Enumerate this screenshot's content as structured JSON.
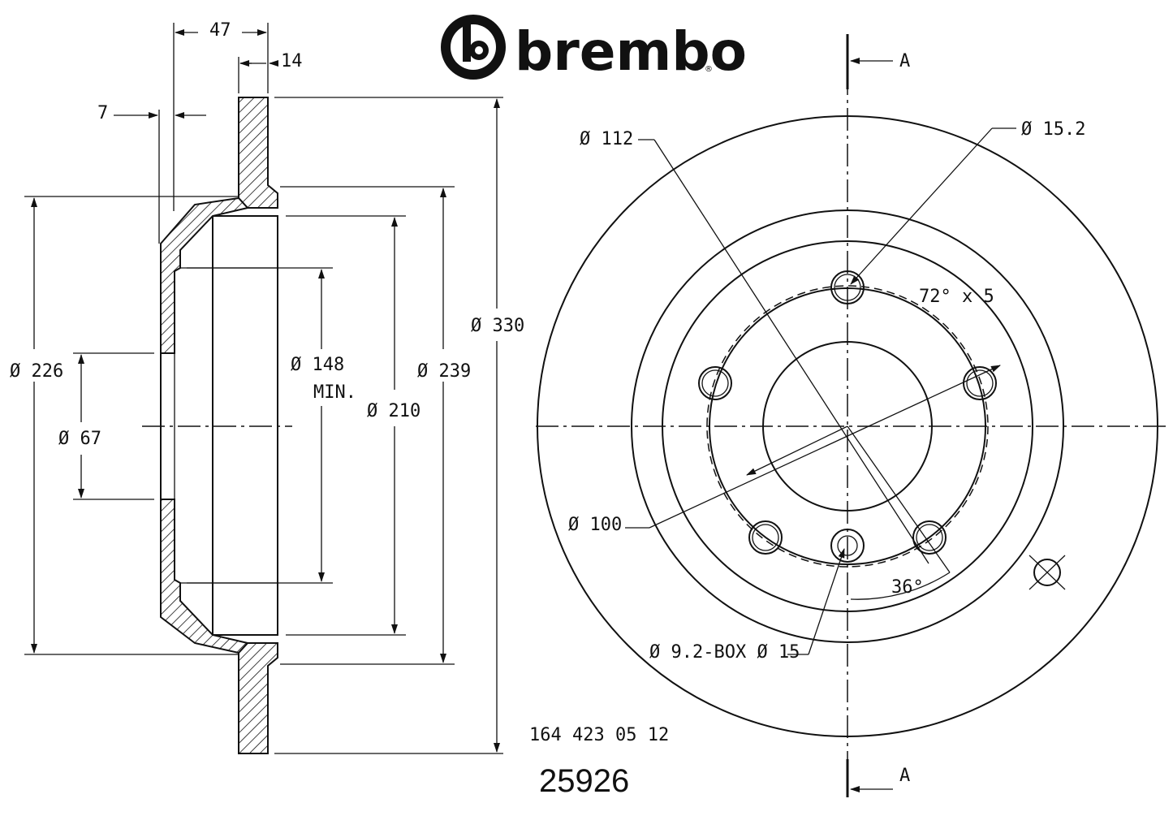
{
  "brand": {
    "name": "brembo",
    "registered": "®"
  },
  "part": {
    "oe_number": "164 423 05 12",
    "catalog_number": "25926"
  },
  "section_marker": "A",
  "side_view": {
    "dim_overall_width": "47",
    "dim_disc_thickness": "14",
    "dim_hat_thickness": "7",
    "dim_outer_diameter": "Ø 330",
    "dim_226": "Ø 226",
    "dim_center_bore": "Ø 67",
    "dim_drum_min": "Ø 148",
    "dim_drum_min_note": "MIN.",
    "dim_210": "Ø 210",
    "dim_239": "Ø 239"
  },
  "front_view": {
    "dim_112": "Ø 112",
    "dim_hole": "Ø 15.2",
    "dim_pattern": "72° x 5",
    "dim_100": "Ø 100",
    "dim_angle": "36°",
    "dim_thread": "Ø 9.2-BOX Ø 15"
  }
}
